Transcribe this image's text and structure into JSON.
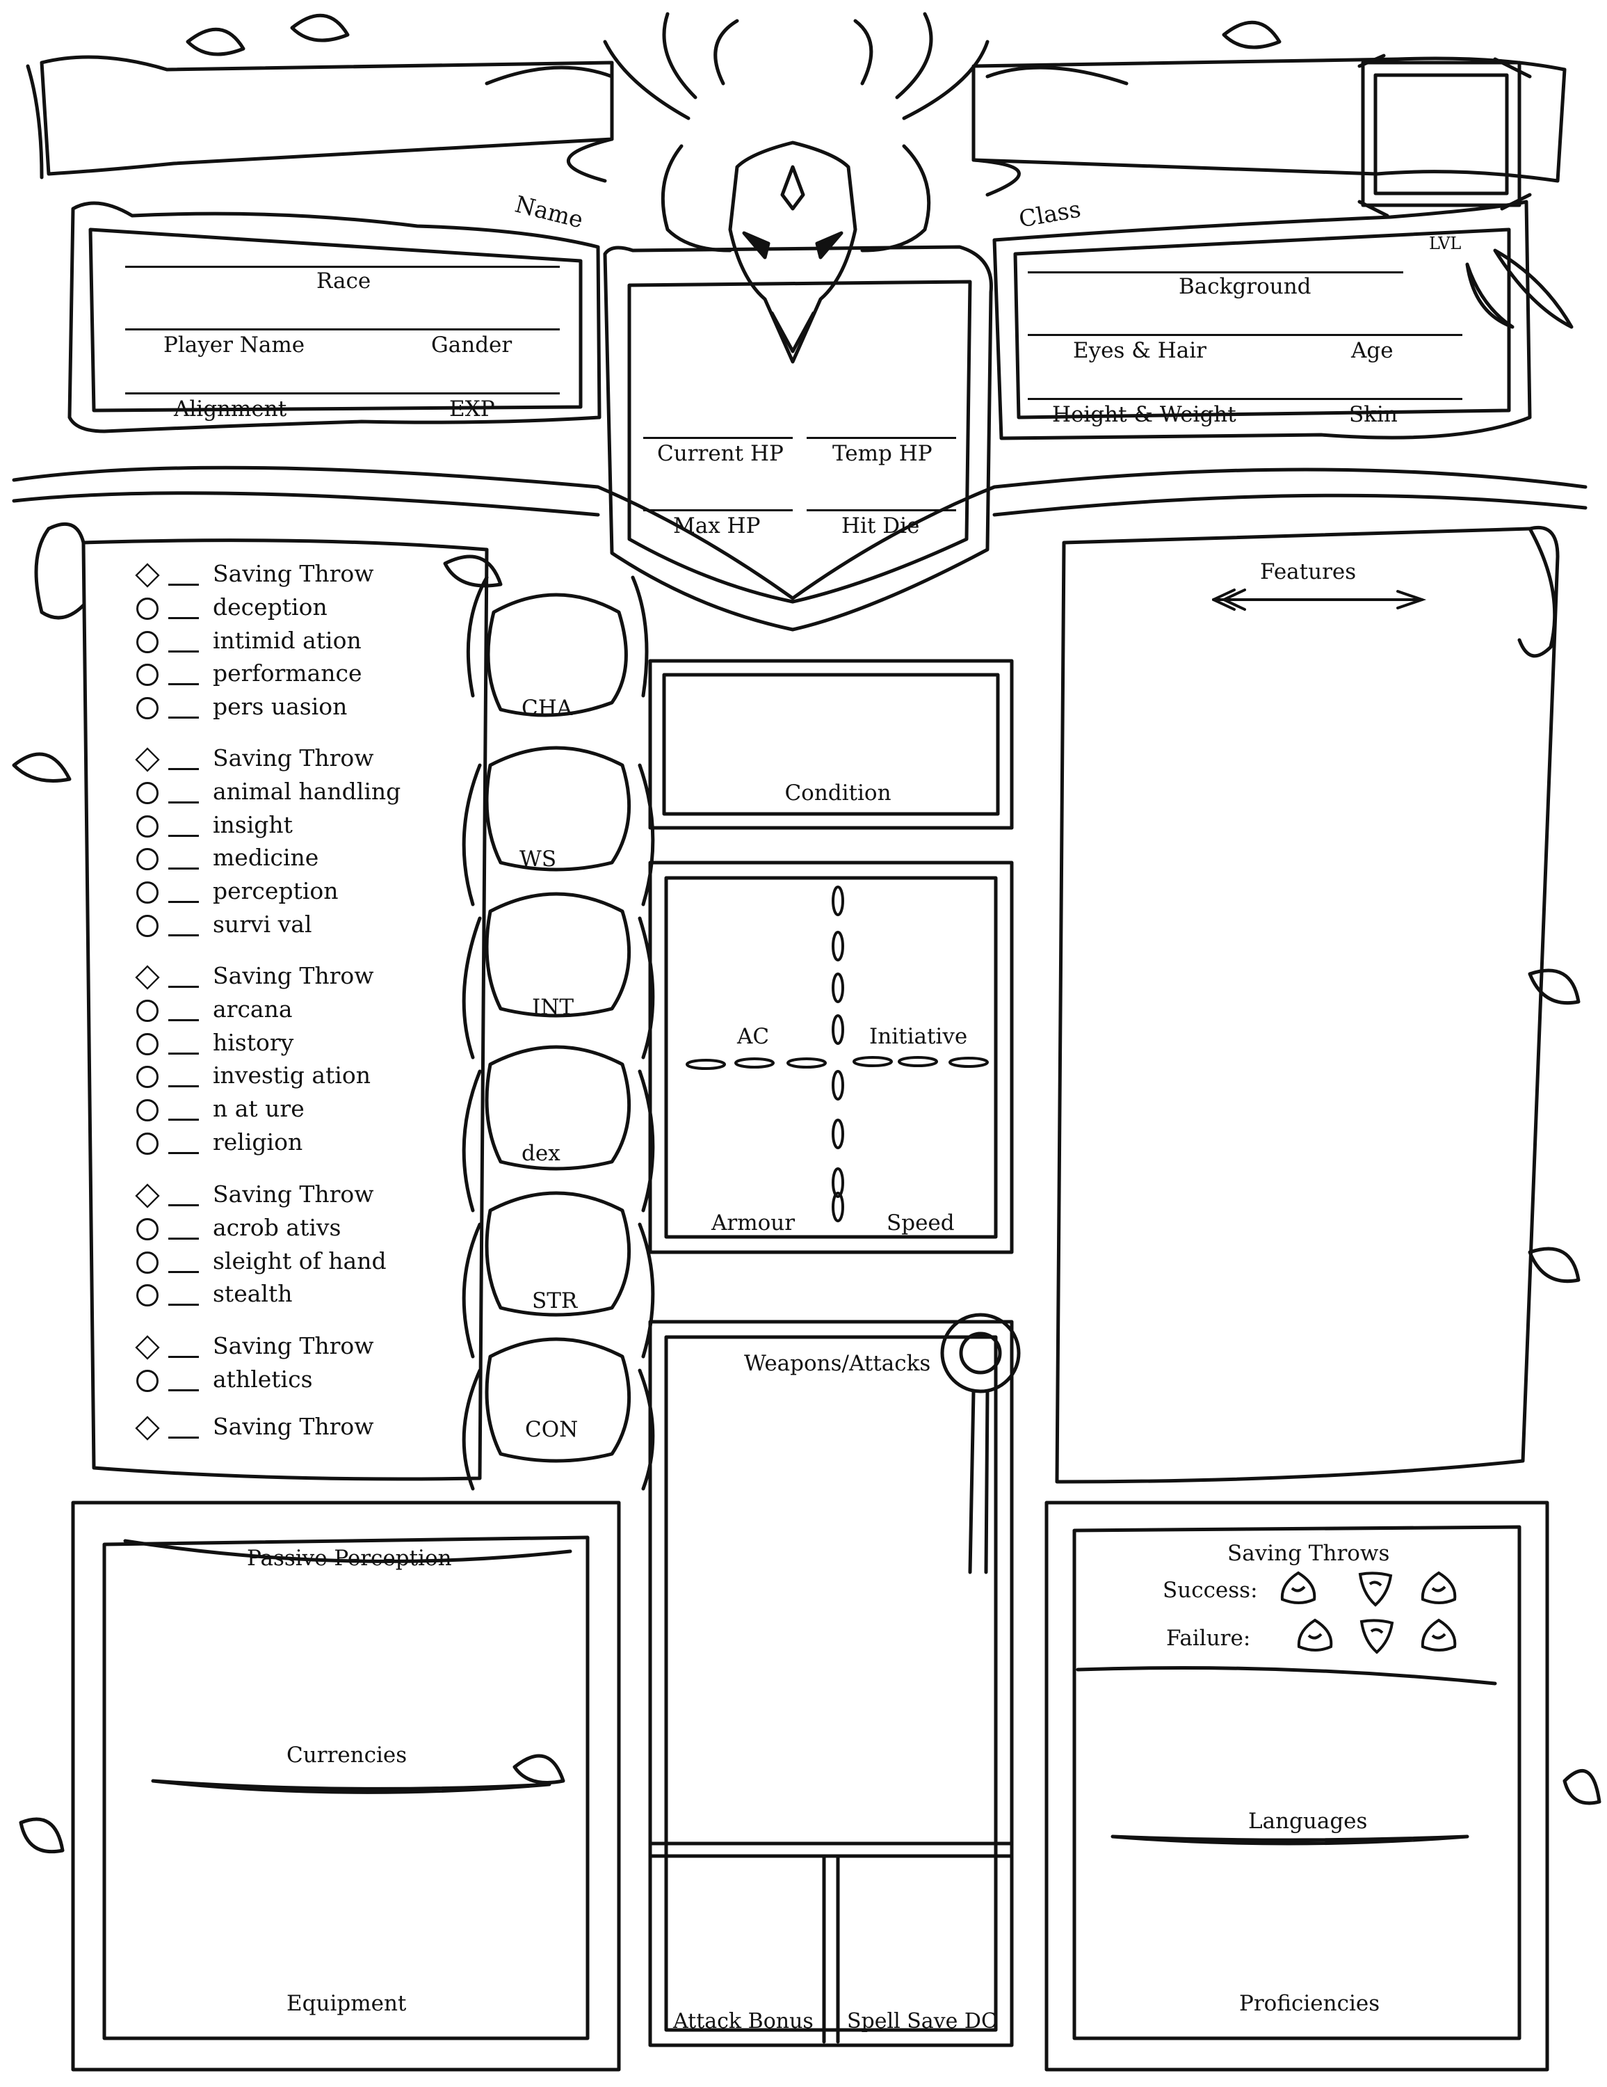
{
  "header": {
    "name_label": "Name",
    "class_label": "Class",
    "level_label": "LVL",
    "left_fields": [
      {
        "label": "Race"
      },
      {
        "label": "Player Name"
      },
      {
        "label": "Gander"
      },
      {
        "label": "Alignment"
      },
      {
        "label": "EXP"
      }
    ],
    "right_fields": [
      {
        "label": "Background"
      },
      {
        "label": "Eyes & Hair"
      },
      {
        "label": "Age"
      },
      {
        "label": "Height & Weight"
      },
      {
        "label": "Skin"
      }
    ],
    "hp": {
      "current": "Current HP",
      "temp": "Temp HP",
      "max": "Max HP",
      "hit_die": "Hit Die"
    }
  },
  "skills": {
    "groups": [
      {
        "ability": "CHA",
        "saving": "Saving Throw",
        "items": [
          "deception",
          "intimid ation",
          "performance",
          "pers uasion"
        ]
      },
      {
        "ability": "WS",
        "saving": "Saving Throw",
        "items": [
          "animal handling",
          "insight",
          "medicine",
          "perception",
          "survi val"
        ]
      },
      {
        "ability": "INT",
        "saving": "Saving Throw",
        "items": [
          "arcana",
          "history",
          "investig ation",
          "n at ure",
          "religion"
        ]
      },
      {
        "ability": "dex",
        "saving": "Saving Throw",
        "items": [
          "acrob ativs",
          "sleight of hand",
          "stealth"
        ]
      },
      {
        "ability": "STR",
        "saving": "Saving Throw",
        "items": [
          "athletics"
        ]
      },
      {
        "ability": "CON",
        "saving": "Saving Throw",
        "items": []
      }
    ]
  },
  "center": {
    "condition": "Condition",
    "ac": "AC",
    "initiative": "Initiative",
    "armour": "Armour",
    "speed": "Speed",
    "weapons": "Weapons/Attacks",
    "attack_bonus": "Attack Bonus",
    "spell_save": "Spell Save DC"
  },
  "features": {
    "label": "Features"
  },
  "left_bottom": {
    "passive_perception": "Passive Perception",
    "currencies": "Currencies",
    "equipment": "Equipment"
  },
  "right_bottom": {
    "saving_throws": "Saving Throws",
    "success": "Success:",
    "failure": "Failure:",
    "languages": "Languages",
    "proficiencies": "Proficiencies"
  }
}
